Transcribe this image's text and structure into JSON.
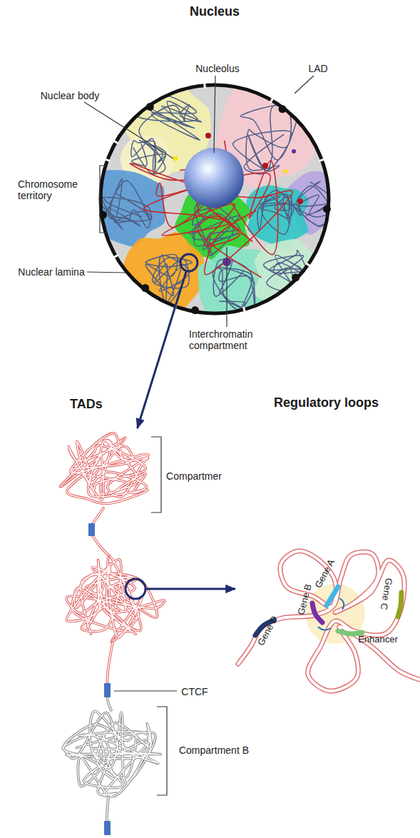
{
  "diagram": {
    "nodes": [
      {
        "text": [
          "Nucleus"
        ]
      },
      {
        "text": [
          "TADs"
        ]
      },
      {
        "text": [
          "Regulatory loops"
        ]
      }
    ],
    "edges": [
      {
        "from": 0,
        "to": 1,
        "arrow": "to"
      },
      {
        "from": 1,
        "to": 2,
        "arrow": "to"
      }
    ],
    "labels": [
      "Nucleolus",
      "LAD",
      "Nuclear body",
      "Chromosome territory",
      "Nuclear lamina",
      "Interchromatin compartment",
      "Compartmer",
      "CTCF",
      "Compartment B",
      "Gene B",
      "Gene A",
      "Gene C",
      "Gene D",
      "Enhancer"
    ]
  }
}
